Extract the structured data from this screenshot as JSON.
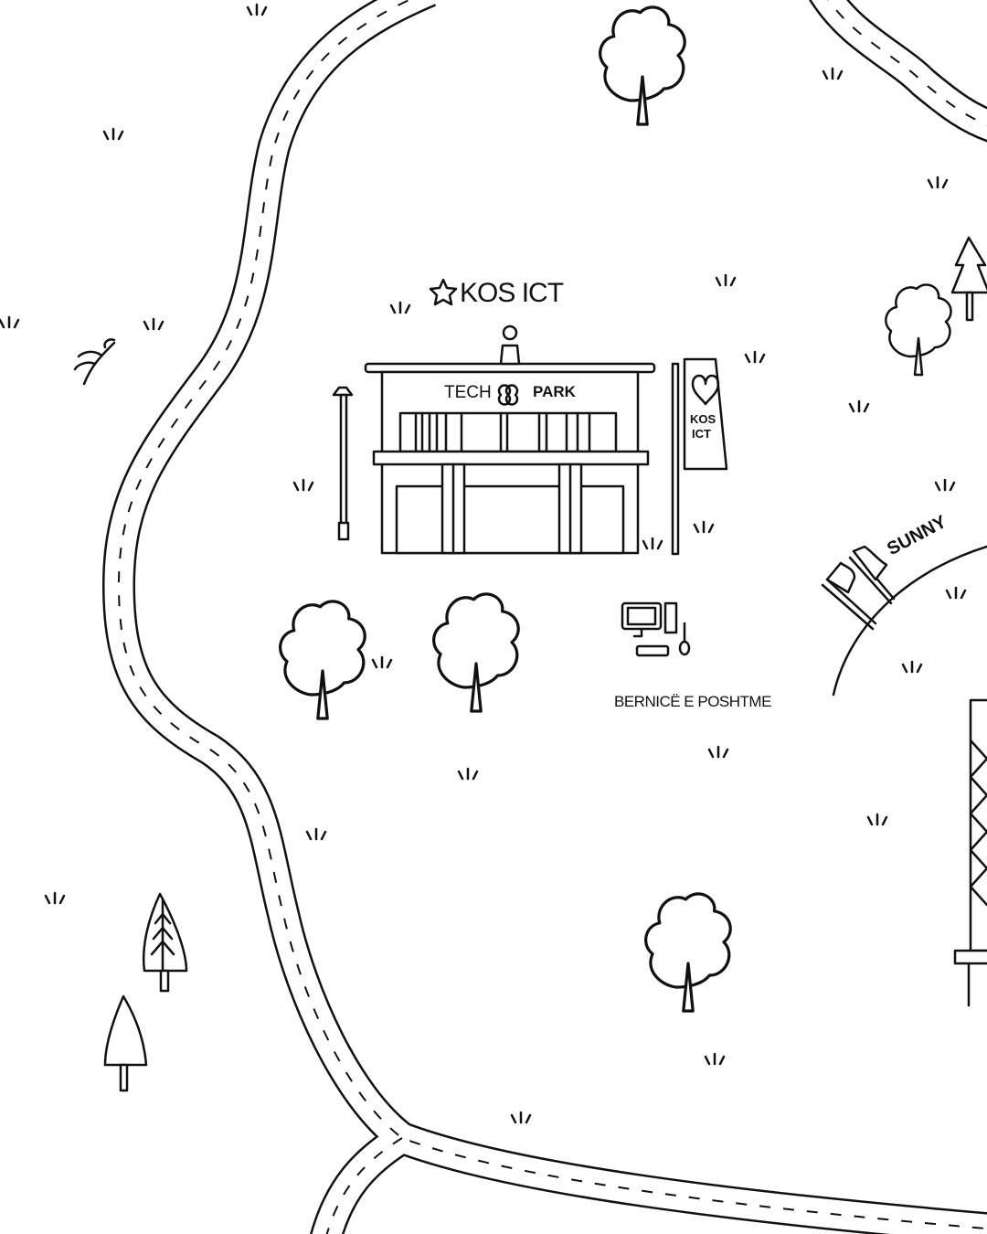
{
  "map": {
    "labels": {
      "kos_ict_title": "KOS ICT",
      "tech": "TECH",
      "park": "PARK",
      "banner_line1": "KOS",
      "banner_line2": "ICT",
      "sunny": "SUNNY",
      "bernice": "BERNICË E POSHTME"
    },
    "colors": {
      "ink": "#111111",
      "background": "#ffffff"
    }
  }
}
